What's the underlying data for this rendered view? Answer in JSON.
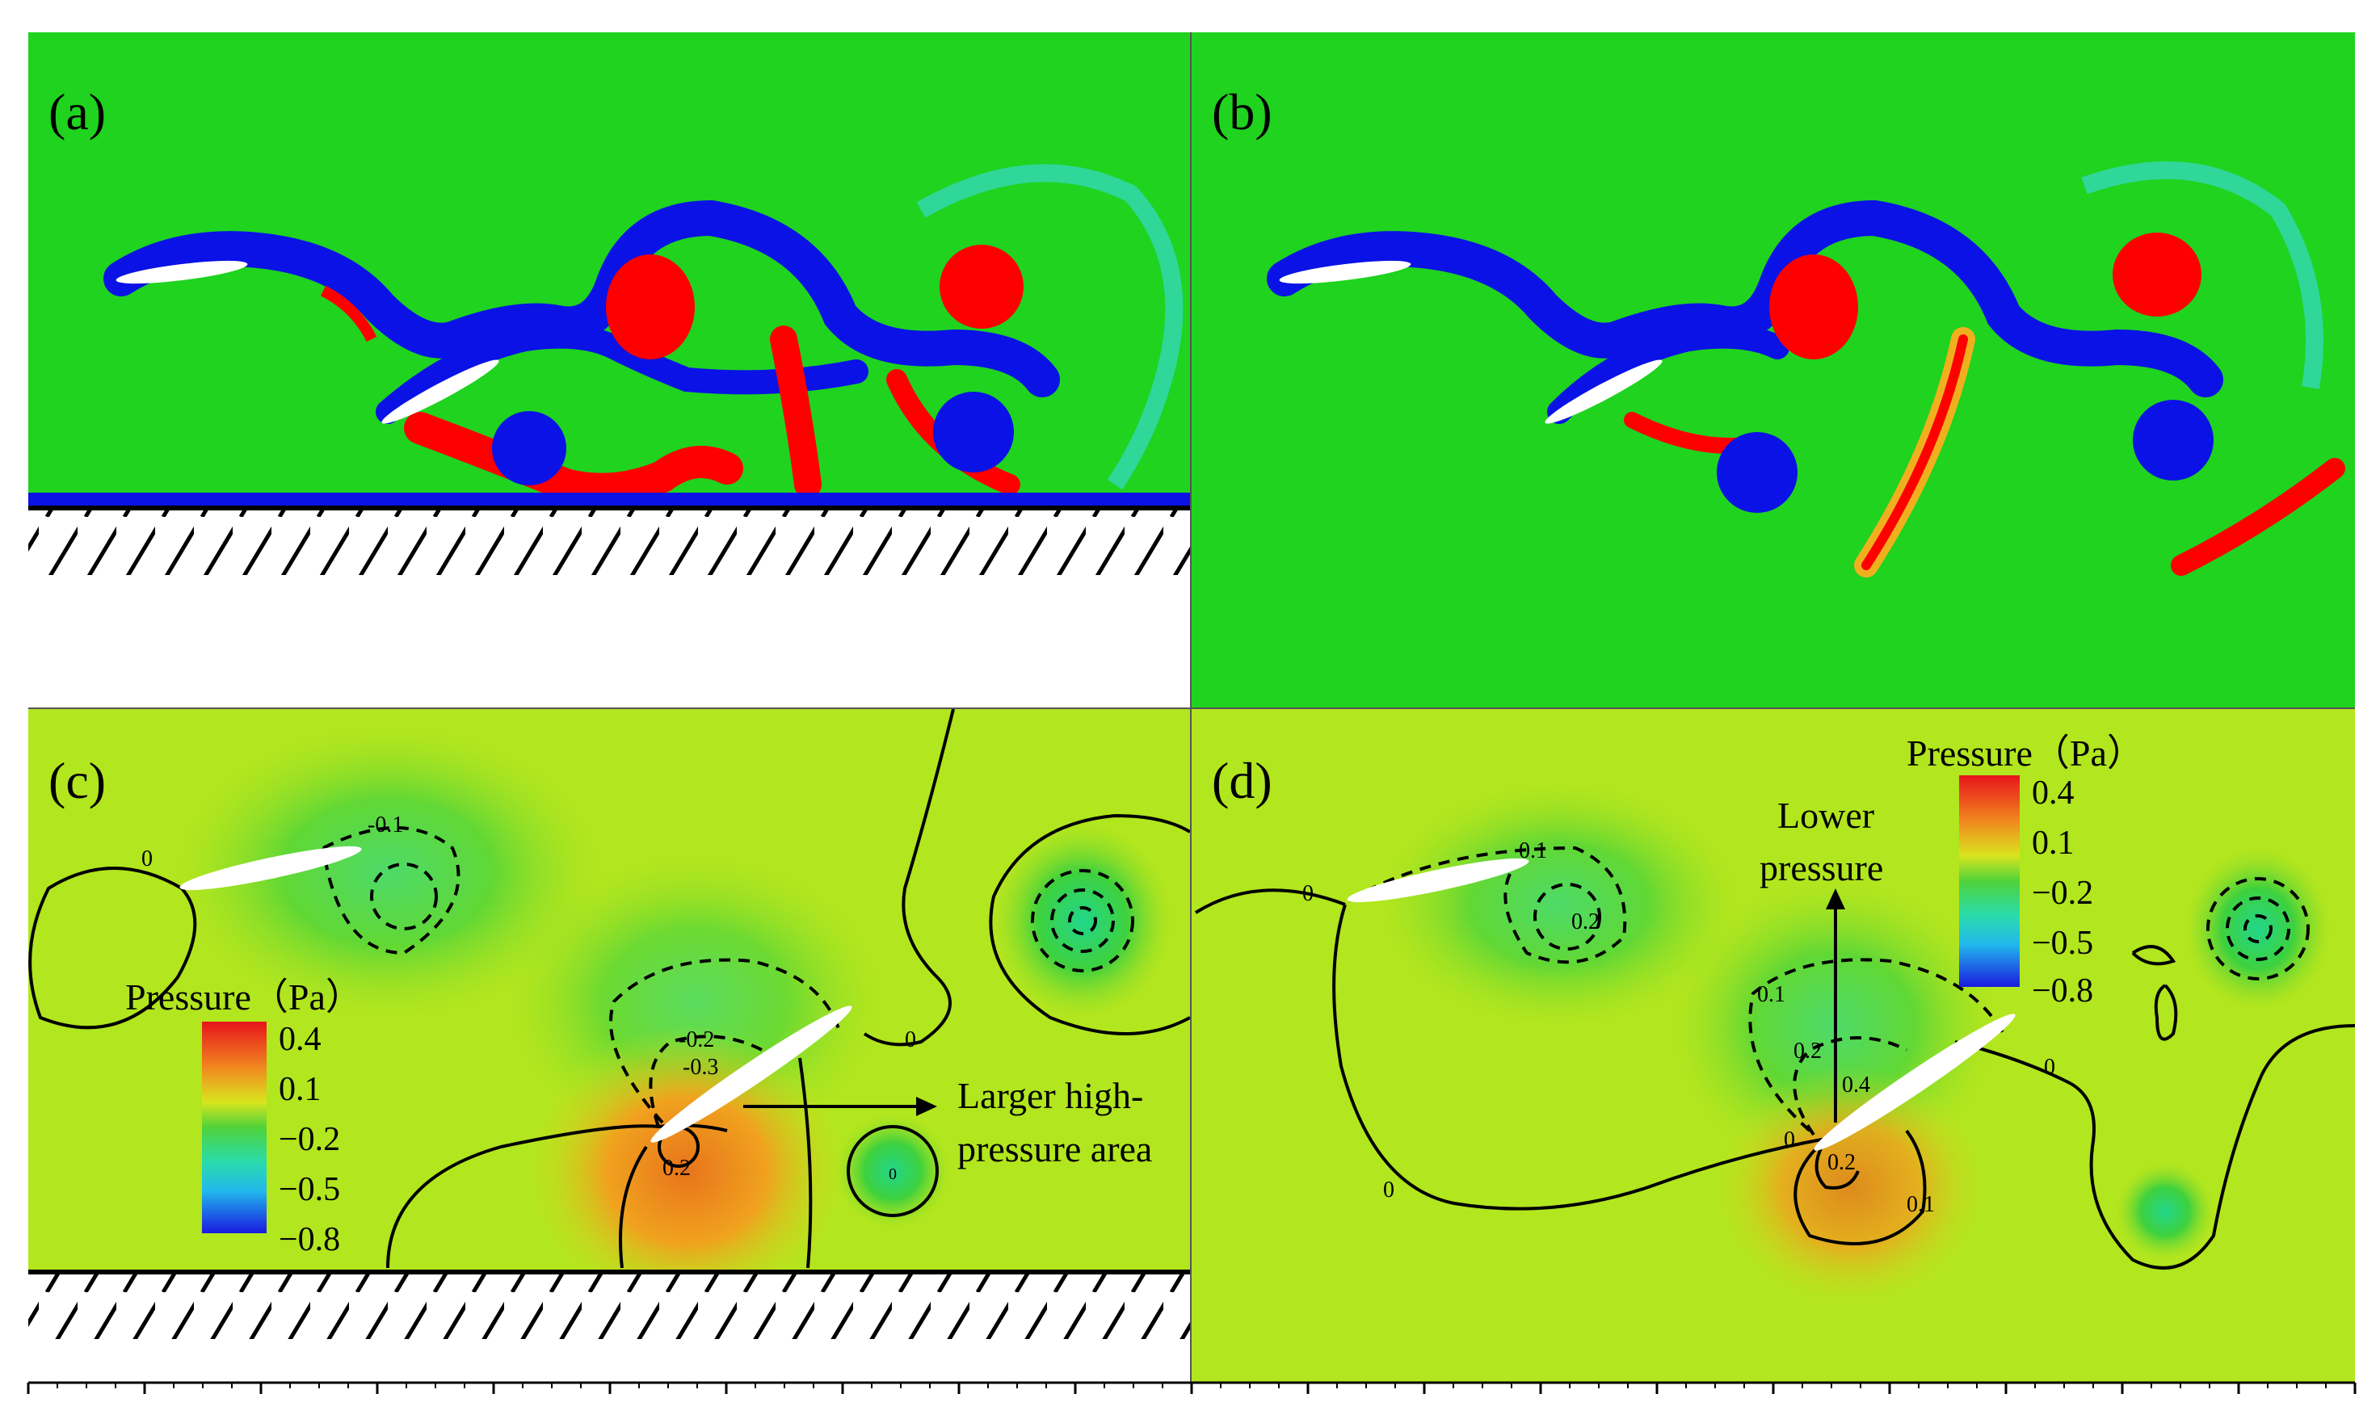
{
  "panels": {
    "a": {
      "label": "(a)"
    },
    "b": {
      "label": "(b)"
    },
    "c": {
      "label": "(c)",
      "colorbar": {
        "title": "Pressure（Pa）",
        "ticks": [
          "0.4",
          "0.1",
          "−0.2",
          "−0.5",
          "−0.8"
        ]
      },
      "contour_labels": [
        "0",
        "-0.1",
        "0",
        "-0.2",
        "-0.3",
        "0.2",
        "0"
      ],
      "annotation": [
        "Larger high-",
        "pressure area"
      ]
    },
    "d": {
      "label": "(d)",
      "colorbar": {
        "title": "Pressure（Pa）",
        "ticks": [
          "0.4",
          "0.1",
          "−0.2",
          "−0.5",
          "−0.8"
        ]
      },
      "contour_labels": [
        "0.1",
        "0.2",
        "0.1",
        "0.2",
        "0.4",
        "0",
        "0.2",
        "0.1",
        "0",
        "0",
        "0"
      ],
      "annotation": [
        "Lower",
        "pressure"
      ]
    }
  },
  "colors": {
    "vorticity_background": "#1fd31f",
    "positive_vortex": "#ff0000",
    "negative_vortex": "#0a12e6",
    "pressure_background": "#b2e61e",
    "high_pressure": "#f08a1e",
    "low_pressure": "#3fd13f"
  }
}
